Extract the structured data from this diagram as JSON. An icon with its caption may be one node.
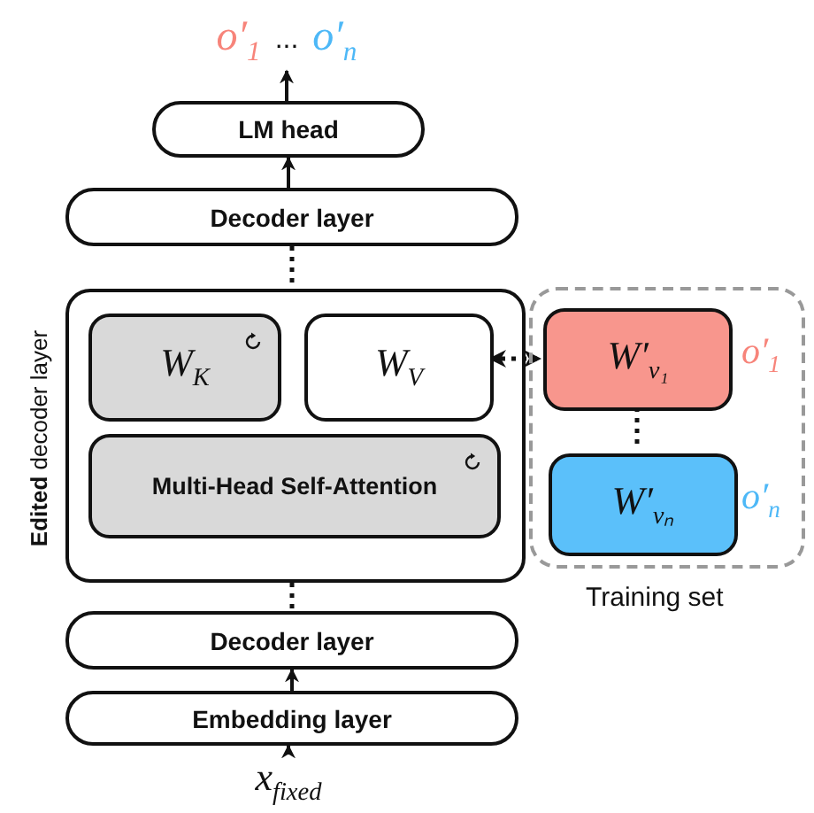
{
  "diagram": {
    "nodes": [
      {
        "text": [
          "o′$_{1}$",
          "...",
          "o′$_{n}$"
        ]
      },
      {
        "text": [
          "LM head"
        ]
      },
      {
        "text": [
          "Decoder layer"
        ]
      },
      {
        "text": [
          "**Edited** decoder layer"
        ]
      },
      {
        "text": [
          "W$_{K}$"
        ],
        "in": 3
      },
      {
        "text": [
          "W$_{V}$"
        ],
        "in": 3
      },
      {
        "text": [
          "Multi-Head Self-Attention"
        ],
        "in": 3
      },
      {
        "text": [
          "Training set"
        ],
        "beside": [
          "o′$_{1}$",
          "o′$_{n}$"
        ]
      },
      {
        "text": [
          "W′$_{v₁}$"
        ],
        "in": 7
      },
      {
        "text": [
          "W′$_{vₙ}$"
        ],
        "in": 7
      },
      {
        "text": [
          "Decoder layer"
        ]
      },
      {
        "text": [
          "Embedding layer"
        ]
      },
      {
        "text": [
          "x$_{fixed}$"
        ]
      }
    ],
    "edges": [
      {
        "from": 1,
        "to": 0,
        "arrow": "to"
      },
      {
        "from": 2,
        "to": 1,
        "arrow": "to"
      },
      {
        "from": 2,
        "to": 3,
        "arrow": "none",
        "style": "dashed"
      },
      {
        "from": 3,
        "to": 10,
        "arrow": "none",
        "style": "dashed"
      },
      {
        "from": 5,
        "to": 8,
        "arrow": "both",
        "style": "dashed"
      },
      {
        "from": 8,
        "to": 9,
        "arrow": "none",
        "style": "dashed"
      },
      {
        "from": 11,
        "to": 10,
        "arrow": "to"
      },
      {
        "from": 12,
        "to": 11,
        "arrow": "to"
      }
    ]
  }
}
